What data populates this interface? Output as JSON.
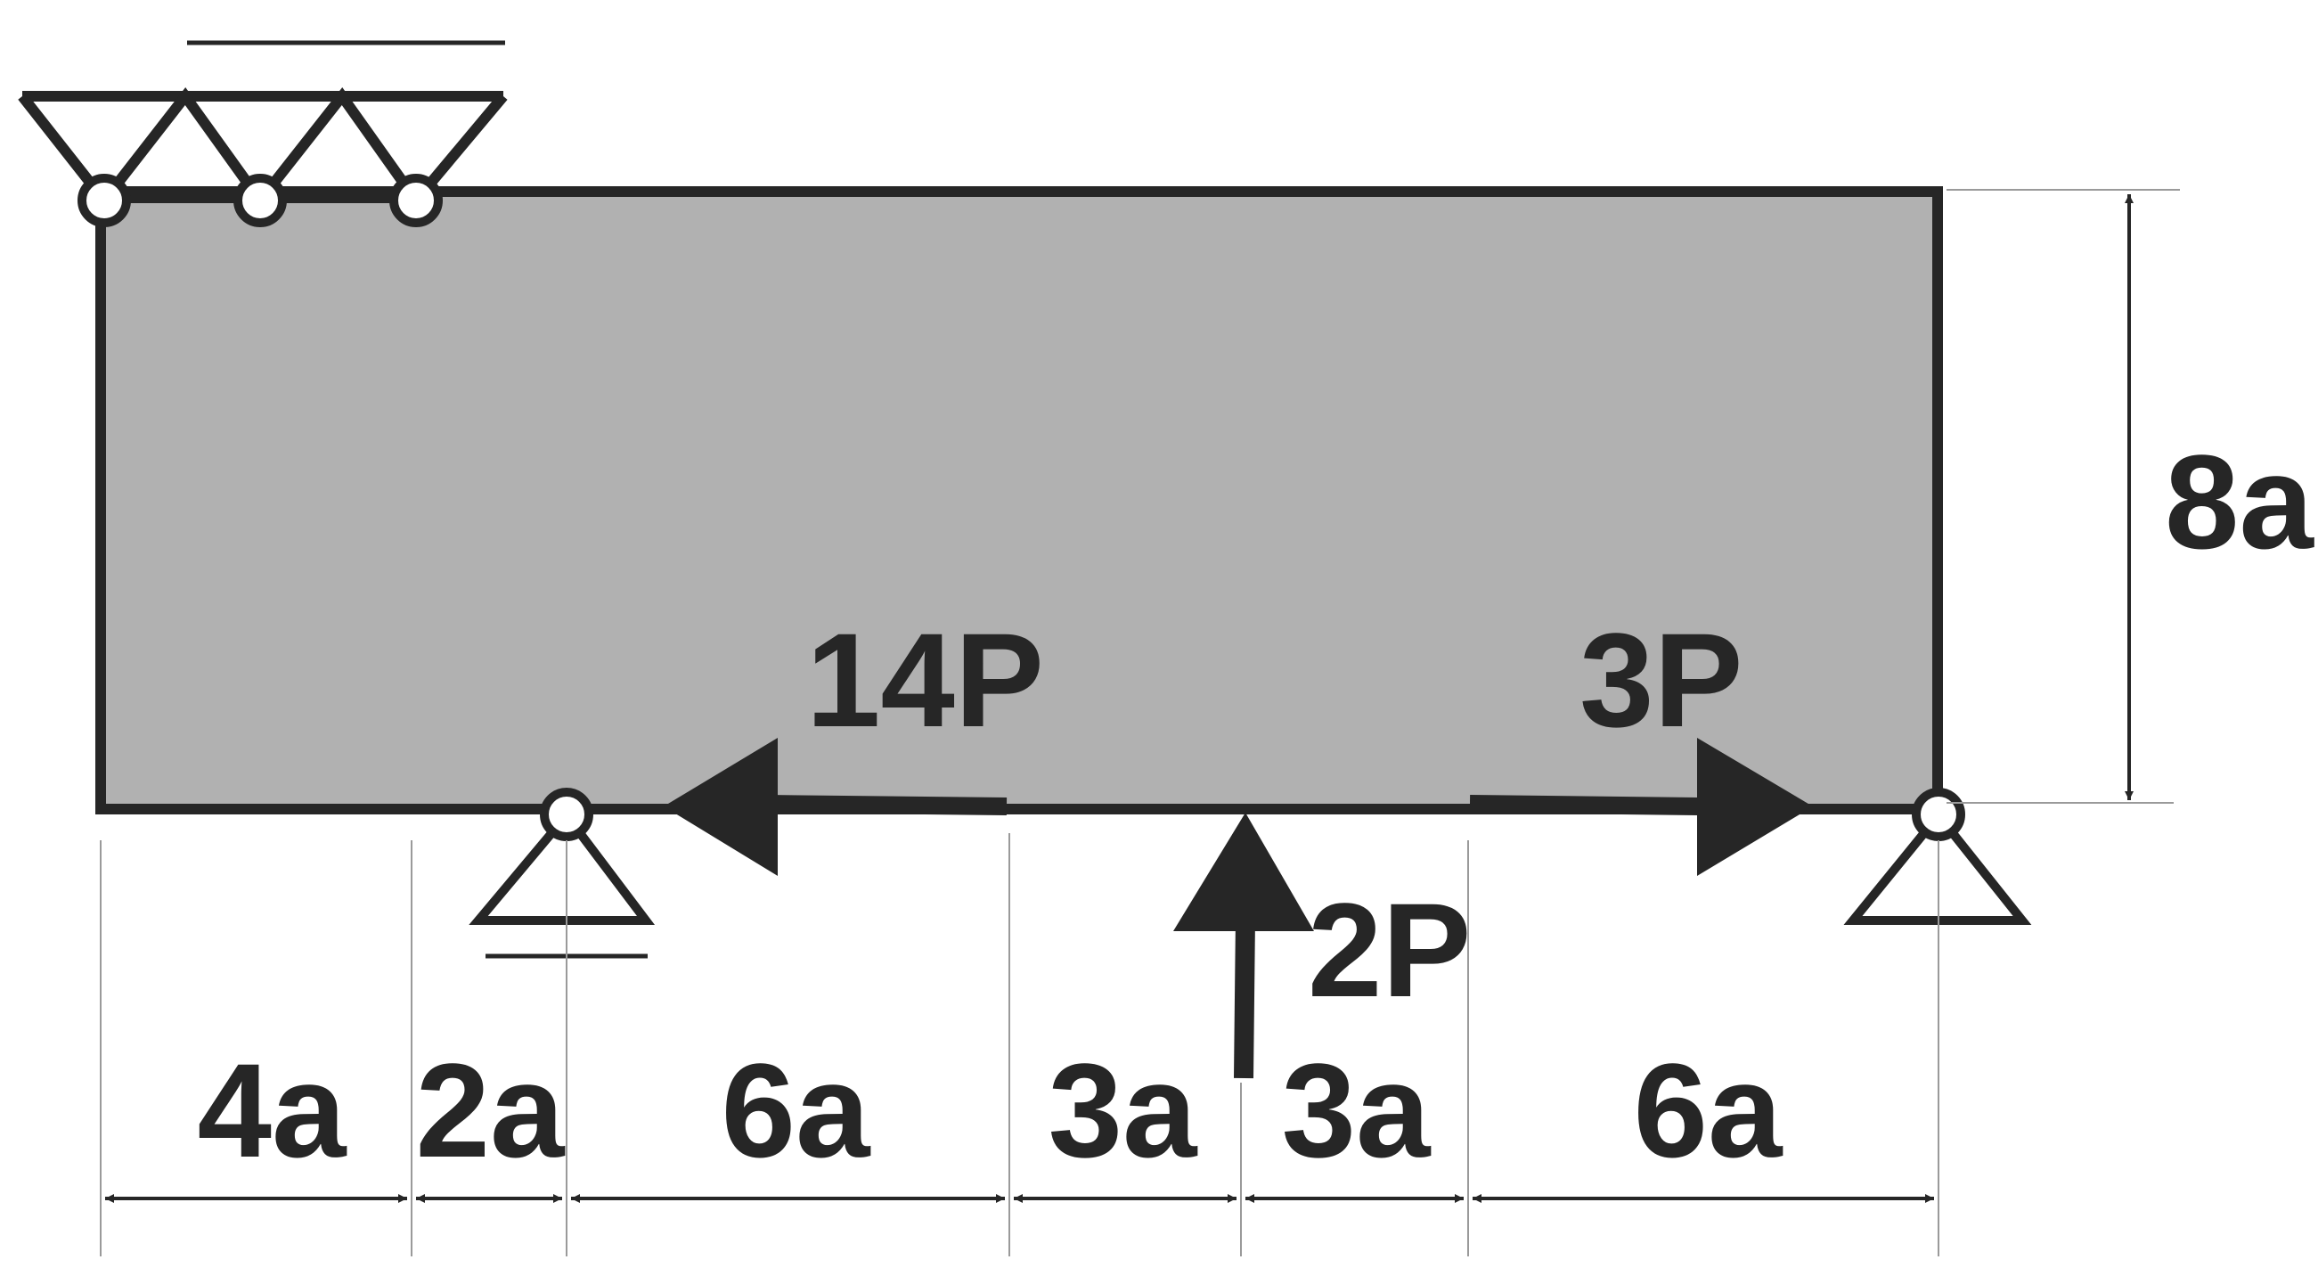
{
  "colors": {
    "ink": "#262626",
    "plate_fill": "#b1b1b1",
    "background": "#ffffff"
  },
  "loads": {
    "left_arrow": "14P",
    "right_arrow": "3P",
    "up_arrow": "2P"
  },
  "height_dimension": "8a",
  "spans": [
    "4a",
    "2a",
    "6a",
    "3a",
    "3a",
    "6a"
  ]
}
